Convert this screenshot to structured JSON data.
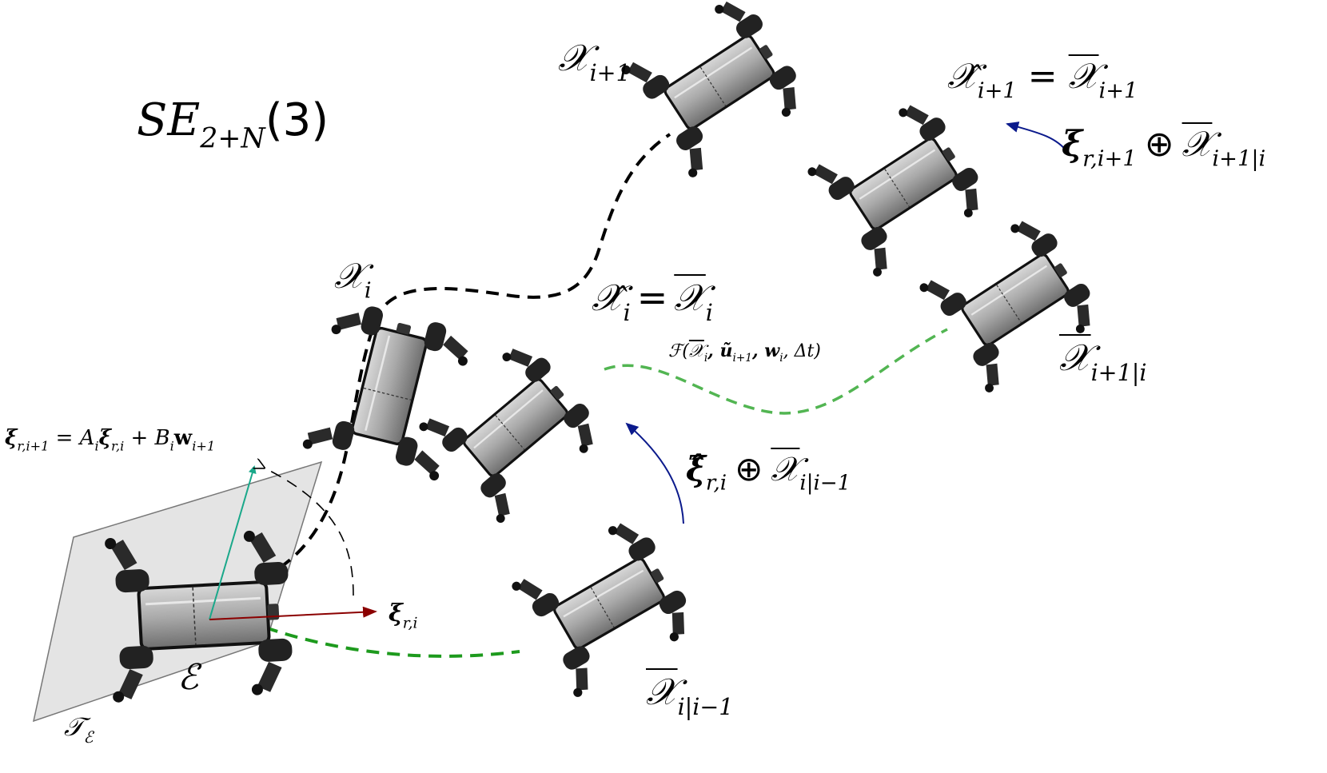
{
  "labels": {
    "group": {
      "text": "SE",
      "sub": "2+N",
      "arg": "(3)"
    },
    "x_next": {
      "sym": "𝒳",
      "sub": "i+1"
    },
    "x_next_est": {
      "hat": "𝒳̂",
      "sub1": "i+1",
      "eq": "=",
      "bar": "𝒳",
      "sub2": "i+1"
    },
    "xi_next_op": {
      "xi": "ξ",
      "sub1": "r,i+1",
      "oplus": "⊕",
      "bar": "𝒳",
      "sub2": "i+1|i"
    },
    "x_i": {
      "sym": "𝒳",
      "sub": "i"
    },
    "x_i_est": {
      "hat": "𝒳̂",
      "sub1": "i",
      "eq": "=",
      "bar": "𝒳",
      "sub2": "i"
    },
    "propagation": {
      "fn": "ℱ(",
      "bar": "𝒳",
      "sub": "i",
      "rest": ", ũ",
      "sub2": "i+1",
      "rest2": ", w",
      "sub3": "i",
      "rest3": ", Δt)"
    },
    "x_pred_next": {
      "bar": "𝒳",
      "sub": "i+1|i"
    },
    "xi_dynamics": {
      "xi1": "ξ",
      "sub1": "r,i+1",
      "eq": " = A",
      "subA": "i",
      "xi2": "ξ",
      "sub2": "r,i",
      "plus": " + B",
      "subB": "i",
      "w": "w",
      "subw": "i+1"
    },
    "xi_i_op": {
      "xi": "ξ̂",
      "sub1": "r,i",
      "oplus": "⊕",
      "bar": "𝒳",
      "sub2": "i|i−1"
    },
    "xi_ri": {
      "xi": "ξ",
      "sub": "r,i"
    },
    "frame_e": {
      "sym": "ℰ"
    },
    "tangent": {
      "sym": "𝒯",
      "sub": "ℰ"
    },
    "x_pred_i": {
      "bar": "𝒳",
      "sub": "i|i−1"
    }
  },
  "colors": {
    "teal": "#1aa88a",
    "darkred": "#8b0000",
    "navy": "#0b1a8c",
    "green": "#2fa82f",
    "plane": "#e4e4e4"
  }
}
